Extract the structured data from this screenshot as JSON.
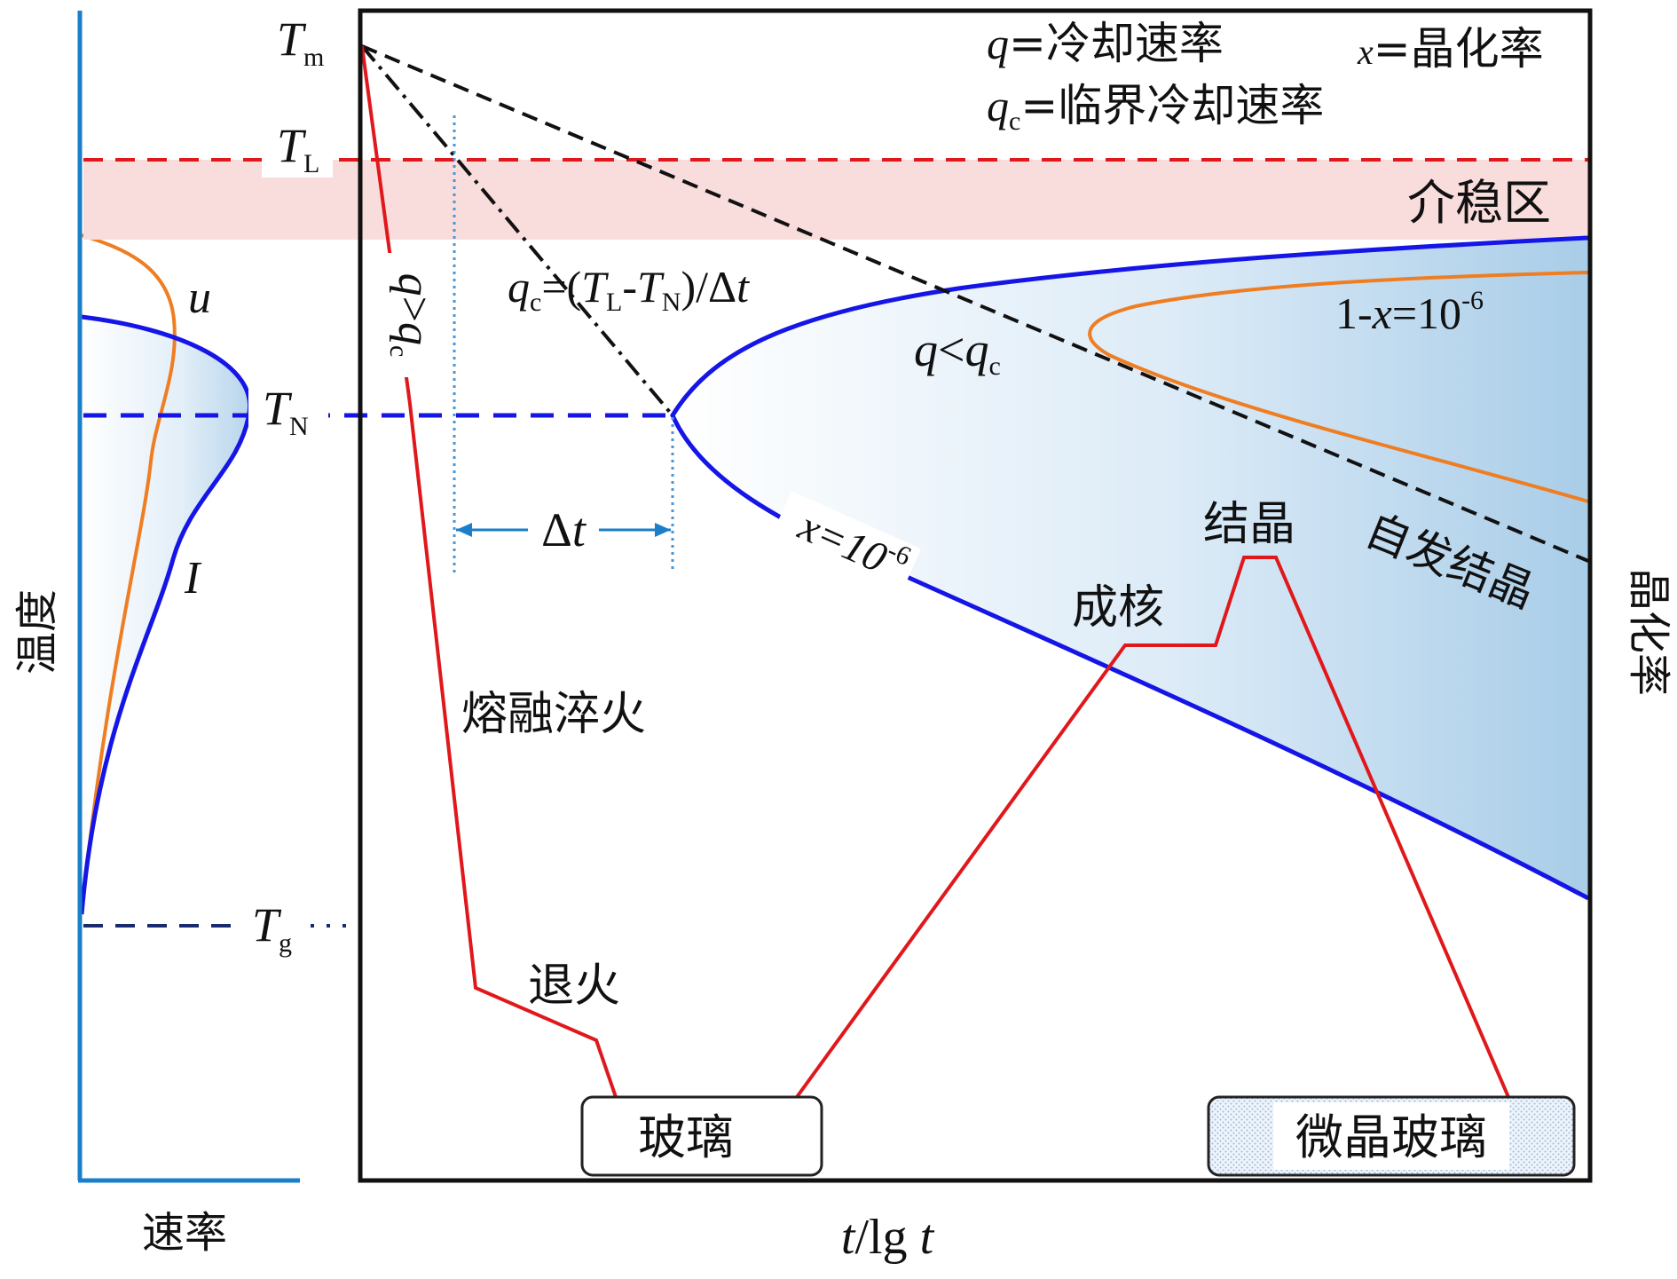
{
  "left_panel": {
    "y_axis_label": "温度",
    "x_axis_label": "速率",
    "curve_u_label": "u",
    "curve_i_label": "I"
  },
  "temperatures": {
    "tm": {
      "main": "T",
      "sub": "m"
    },
    "tl": {
      "main": "T",
      "sub": "L"
    },
    "tn": {
      "main": "T",
      "sub": "N"
    },
    "tg": {
      "main": "T",
      "sub": "g"
    }
  },
  "legend": {
    "q_symbol": "q",
    "q_text": "=冷却速率",
    "qc_symbol": "q",
    "qc_sub": "c",
    "qc_text": "=临界冷却速率",
    "x_symbol": "x",
    "x_text": "=晶化率"
  },
  "regions": {
    "metastable": "介稳区",
    "spontaneous": "自发结晶"
  },
  "annotations": {
    "qc_formula": {
      "q": "q",
      "c": "c",
      "open": "=(",
      "tl": "T",
      "l": "L",
      "dash": "-",
      "tn": "T",
      "n": "N",
      "close": ")/Δ",
      "t": "t"
    },
    "delta_t": {
      "delta": "Δ",
      "t": "t"
    },
    "q_greater": {
      "q1": "q",
      "op": ">",
      "q2": "q",
      "sub": "c"
    },
    "q_less": {
      "q1": "q",
      "op": "<",
      "q2": "q",
      "sub": "c"
    },
    "x_curve": {
      "x": "x",
      "base": "=10",
      "exp": "-6"
    },
    "one_minus_x_curve": {
      "pre": "1-",
      "x": "x",
      "base": "=10",
      "exp": "-6"
    }
  },
  "process": {
    "melt_quench": "熔融淬火",
    "anneal": "退火",
    "nucleation": "成核",
    "crystallization": "结晶"
  },
  "boxes": {
    "glass": "玻璃",
    "glass_ceramic": "微晶玻璃"
  },
  "axes": {
    "right_label": "晶化率",
    "bottom": {
      "t1": "t",
      "mid": "/lg ",
      "t2": "t"
    }
  },
  "colors": {
    "axis_blue": "#1a7fc8",
    "curve_blue": "#1515e6",
    "curve_orange": "#ef7d22",
    "line_red": "#e0181c",
    "band_pink": "#f9dcdc",
    "fill_light_blue": "#c6dff2",
    "dotted_blue": "#4a96d4"
  }
}
